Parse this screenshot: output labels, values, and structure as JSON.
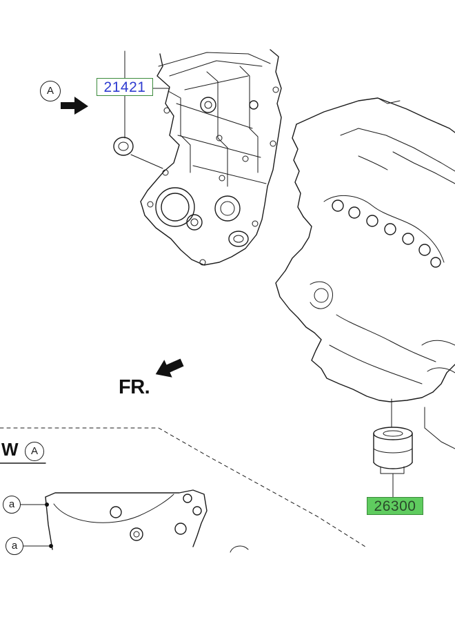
{
  "labels": {
    "timing_cover_part": "21421",
    "oil_filter_part": "26300",
    "arrow_ref": "A",
    "view_ref": "A",
    "view_prefix": "W",
    "front_marker": "FR.",
    "callout_small": "a"
  },
  "colors": {
    "line": "#1a1a1a",
    "label_text_blue": "#2e3bd0",
    "label_border_green": "#3a8a3a",
    "highlight_green": "#5fcc5f"
  },
  "icons": [
    "view-arrow-icon",
    "front-arrow-icon"
  ]
}
